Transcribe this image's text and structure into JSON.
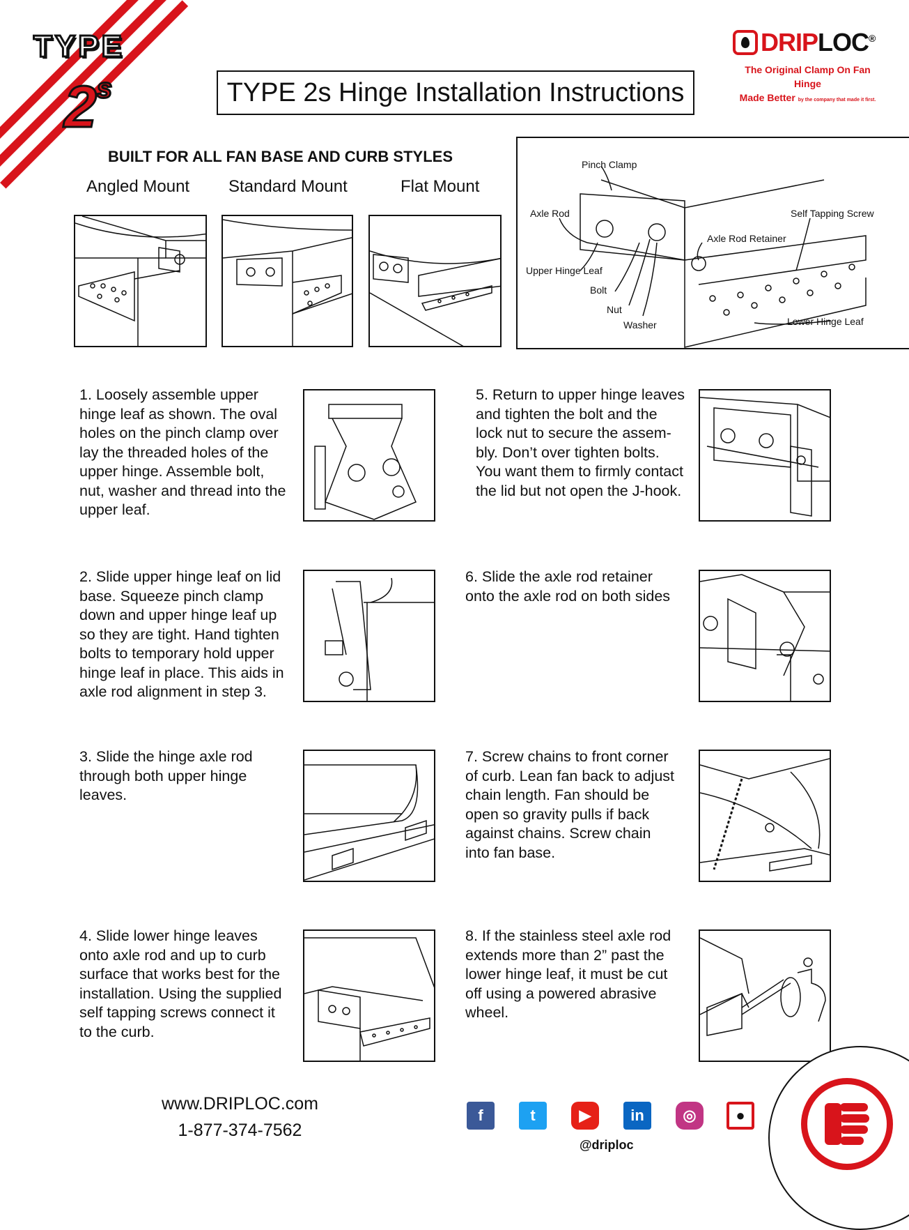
{
  "header": {
    "logo_word": "TYPE",
    "logo_num": "2",
    "logo_sub": "s",
    "title": "TYPE 2s Hinge Installation Instructions"
  },
  "brand": {
    "name_red": "DRIP",
    "name_black": "LOC",
    "reg": "®",
    "tagline1": "The Original Clamp On Fan Hinge",
    "tagline2": "Made Better",
    "tagline2_small": "by the company that made it first.",
    "accent": "#d8141b"
  },
  "mounts": {
    "heading": "BUILT FOR ALL FAN BASE AND CURB STYLES",
    "items": [
      "Angled Mount",
      "Standard Mount",
      "Flat Mount"
    ]
  },
  "parts": {
    "pinch_clamp": "Pinch Clamp",
    "axle_rod": "Axle Rod",
    "self_tapping_screw": "Self Tapping Screw",
    "axle_rod_retainer": "Axle Rod Retainer",
    "upper_hinge_leaf": "Upper Hinge Leaf",
    "bolt": "Bolt",
    "nut": "Nut",
    "washer": "Washer",
    "lower_hinge_leaf": "Lower Hinge Leaf"
  },
  "steps": [
    {
      "text": "1. Loosely assemble upper hinge leaf as shown. The oval holes on the pinch clamp over lay the threaded holes of the upper hinge. Assemble bolt, nut, washer and thread into the upper leaf."
    },
    {
      "text": "2. Slide upper hinge leaf on lid base. Squeeze pinch clamp down and upper hinge leaf up so they are tight. Hand tighten bolts to temporary hold upper hinge leaf in place. This aids in axle rod alignment in step 3."
    },
    {
      "text": "3. Slide the hinge axle rod through both upper hinge leaves."
    },
    {
      "text": "4. Slide lower hinge leaves onto axle rod and up to curb surface that works best for the installation. Using the supplied self tapping screws connect it to the curb."
    },
    {
      "text": "5. Return to upper hinge leaves and tighten the bolt and the lock nut to secure the assem-bly. Don’t over tighten bolts. You want them to firmly contact the lid but not open the J-hook."
    },
    {
      "text": "6. Slide the axle rod retainer onto the axle rod on both sides"
    },
    {
      "text": "7. Screw chains to front corner of curb. Lean fan back to adjust chain length. Fan should be open so gravity pulls if back against chains. Screw chain into fan base."
    },
    {
      "text": "8. If the stainless steel axle rod extends more than 2” past the lower hinge leaf, it must be cut off using a powered abrasive wheel."
    }
  ],
  "footer": {
    "website": "www.DRIPLOC.com",
    "phone": "1-877-374-7562",
    "handle": "@driploc",
    "social": [
      {
        "icon": "facebook-icon",
        "glyph": "f",
        "color": "#3b5998"
      },
      {
        "icon": "twitter-icon",
        "glyph": "t",
        "color": "#1da1f2"
      },
      {
        "icon": "youtube-icon",
        "glyph": "▶",
        "color": "#e62117"
      },
      {
        "icon": "linkedin-icon",
        "glyph": "in",
        "color": "#0a66c2"
      },
      {
        "icon": "instagram-icon",
        "glyph": "◎",
        "color": "#c13584"
      },
      {
        "icon": "driploc-icon",
        "glyph": "●",
        "color": "#d8141b"
      }
    ]
  }
}
